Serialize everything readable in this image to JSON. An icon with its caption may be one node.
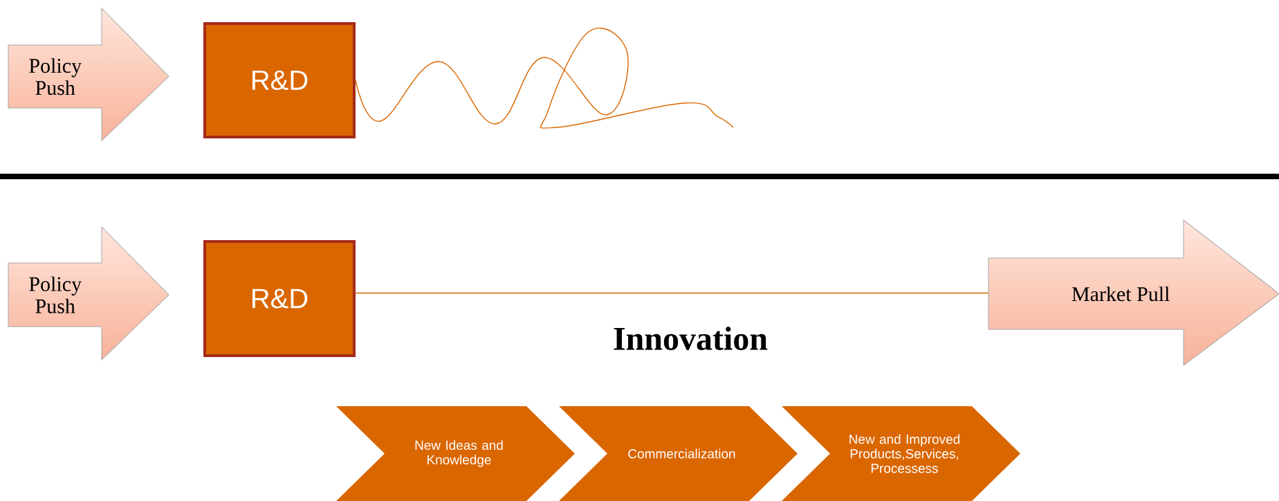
{
  "diagram": {
    "nodes": [
      {
        "text": [
          "Policy Push"
        ]
      },
      {
        "text": [
          "R&D"
        ]
      },
      {
        "text": [
          "Policy Push"
        ]
      },
      {
        "text": [
          "R&D"
        ]
      },
      {
        "text": [
          "Market Pull"
        ]
      },
      {
        "text": [
          "New Ideas and Knowledge"
        ]
      },
      {
        "text": [
          "Commercialization"
        ]
      },
      {
        "text": [
          "New and Improved Products,Services, Processess"
        ]
      }
    ],
    "edges": [
      {
        "from": 1,
        "to": null,
        "arrow": "none"
      },
      {
        "from": 3,
        "to": 4,
        "arrow": "none"
      }
    ],
    "labels": [
      "Innovation"
    ]
  }
}
